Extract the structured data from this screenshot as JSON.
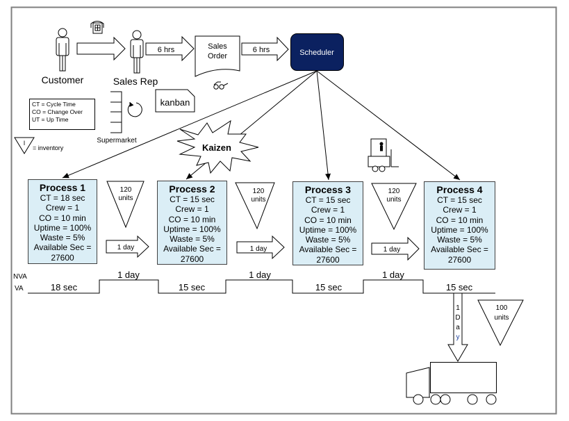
{
  "title": "Value Stream Map",
  "colors": {
    "process_fill": "#dbeef6",
    "scheduler_fill": "#0b2160",
    "scheduler_text": "#ffffff",
    "frame": "#7f7f7f"
  },
  "actors": {
    "customer": "Customer",
    "sales_rep": "Sales Rep"
  },
  "info_flow": {
    "rep_to_order_time": "6 hrs",
    "order_to_scheduler_time": "6 hrs",
    "sales_order_line1": "Sales",
    "sales_order_line2": "Order",
    "scheduler": "Scheduler",
    "kanban": "kanban",
    "supermarket": "Supermarket",
    "kaizen": "Kaizen"
  },
  "legend": {
    "lines": [
      "CT = Cycle Time",
      "CO = Change Over",
      "UT = Up Time"
    ],
    "inventory_symbol": "I",
    "inventory_label": "= inventory"
  },
  "processes": [
    {
      "name": "Process 1",
      "ct": "CT = 18 sec",
      "crew": "Crew = 1",
      "co": "CO = 10 min",
      "uptime": "Uptime = 100%",
      "waste": "Waste = 5%",
      "avail_label": "Available Sec =",
      "avail_value": "27600"
    },
    {
      "name": "Process 2",
      "ct": "CT = 15 sec",
      "crew": "Crew = 1",
      "co": "CO = 10 min",
      "uptime": "Uptime = 100%",
      "waste": "Waste = 5%",
      "avail_label": "Available Sec =",
      "avail_value": "27600"
    },
    {
      "name": "Process 3",
      "ct": "CT = 15 sec",
      "crew": "Crew = 1",
      "co": "CO = 10 min",
      "uptime": "Uptime = 100%",
      "waste": "Waste = 5%",
      "avail_label": "Available Sec =",
      "avail_value": "27600"
    },
    {
      "name": "Process 4",
      "ct": "CT = 15 sec",
      "crew": "Crew = 1",
      "co": "CO = 10 min",
      "uptime": "Uptime = 100%",
      "waste": "Waste = 5%",
      "avail_label": "Available Sec =",
      "avail_value": "27600"
    }
  ],
  "inventories": [
    {
      "qty": "120",
      "unit": "units"
    },
    {
      "qty": "120",
      "unit": "units"
    },
    {
      "qty": "120",
      "unit": "units"
    },
    {
      "qty": "100",
      "unit": "units"
    }
  ],
  "push_arrows": [
    "1 day",
    "1 day",
    "1 day"
  ],
  "shipping": {
    "label_chars": [
      "1",
      "D",
      "a",
      "y"
    ]
  },
  "timeline": {
    "nva_label": "NVA",
    "va_label": "VA",
    "nva_values": [
      "1 day",
      "1 day",
      "1 day"
    ],
    "va_values": [
      "18 sec",
      "15 sec",
      "15 sec",
      "15 sec"
    ]
  }
}
